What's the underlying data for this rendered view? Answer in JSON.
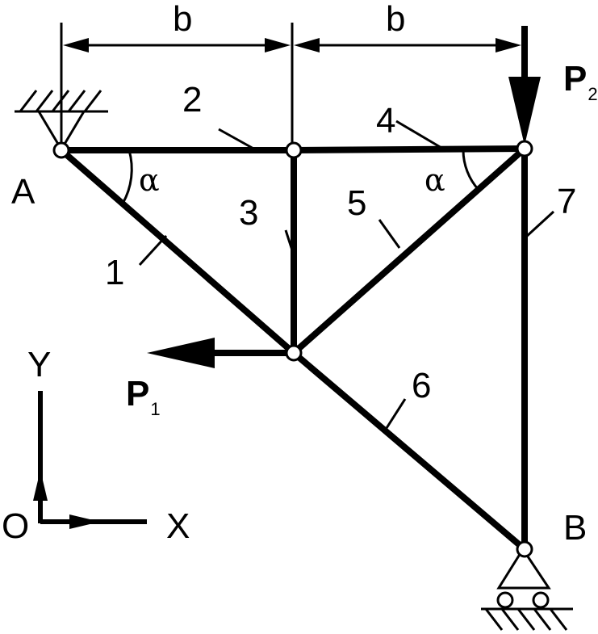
{
  "diagram": {
    "dimensions": {
      "left_b": "b",
      "right_b": "b"
    },
    "nodes": {
      "A": "A",
      "B": "B"
    },
    "members": {
      "m1": "1",
      "m2": "2",
      "m3": "3",
      "m4": "4",
      "m5": "5",
      "m6": "6",
      "m7": "7"
    },
    "angles": {
      "left": "α",
      "right": "α"
    },
    "loads": {
      "p1": {
        "letter": "P",
        "index": "1"
      },
      "p2": {
        "letter": "P",
        "index": "2"
      }
    },
    "axes": {
      "y": "Y",
      "origin": "O",
      "x": "X"
    }
  }
}
